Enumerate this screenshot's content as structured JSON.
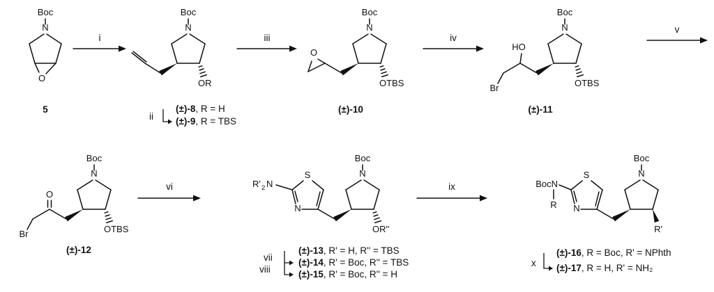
{
  "scheme": {
    "steps": {
      "i": "i",
      "ii": "ii",
      "iii": "iii",
      "iv": "iv",
      "v": "v",
      "vi": "vi",
      "vii": "vii",
      "viii": "viii",
      "ix": "ix",
      "x": "x"
    },
    "atoms": {
      "boc": "Boc",
      "n": "N",
      "o": "O",
      "or": "OR",
      "otbs": "OTBS",
      "ho": "HO",
      "br": "Br",
      "s": "S",
      "or2": "OR''",
      "rprime": "R'",
      "amine_r": "R'",
      "amine_sub": "2",
      "amine_n": "N",
      "bocn": "BocN",
      "r": "R"
    },
    "compounds": {
      "c5": {
        "id": "5"
      },
      "c8": {
        "id": "(±)-8",
        "rest": ", R = H"
      },
      "c9": {
        "id": "(±)-9",
        "rest": ", R = TBS"
      },
      "c10": {
        "id": "(±)-10"
      },
      "c11": {
        "id": "(±)-11"
      },
      "c12": {
        "id": "(±)-12"
      },
      "c13": {
        "id": "(±)-13",
        "rest": ", R' = H, R'' = TBS"
      },
      "c14": {
        "id": "(±)-14",
        "rest": ", R' = Boc, R'' = TBS"
      },
      "c15": {
        "id": "(±)-15",
        "rest": ", R' = Boc, R'' = H"
      },
      "c16": {
        "id": "(±)-16",
        "rest": ", R = Boc, R' = NPhth"
      },
      "c17": {
        "id": "(±)-17",
        "rest": ", R = H, R' = NH₂"
      }
    }
  }
}
